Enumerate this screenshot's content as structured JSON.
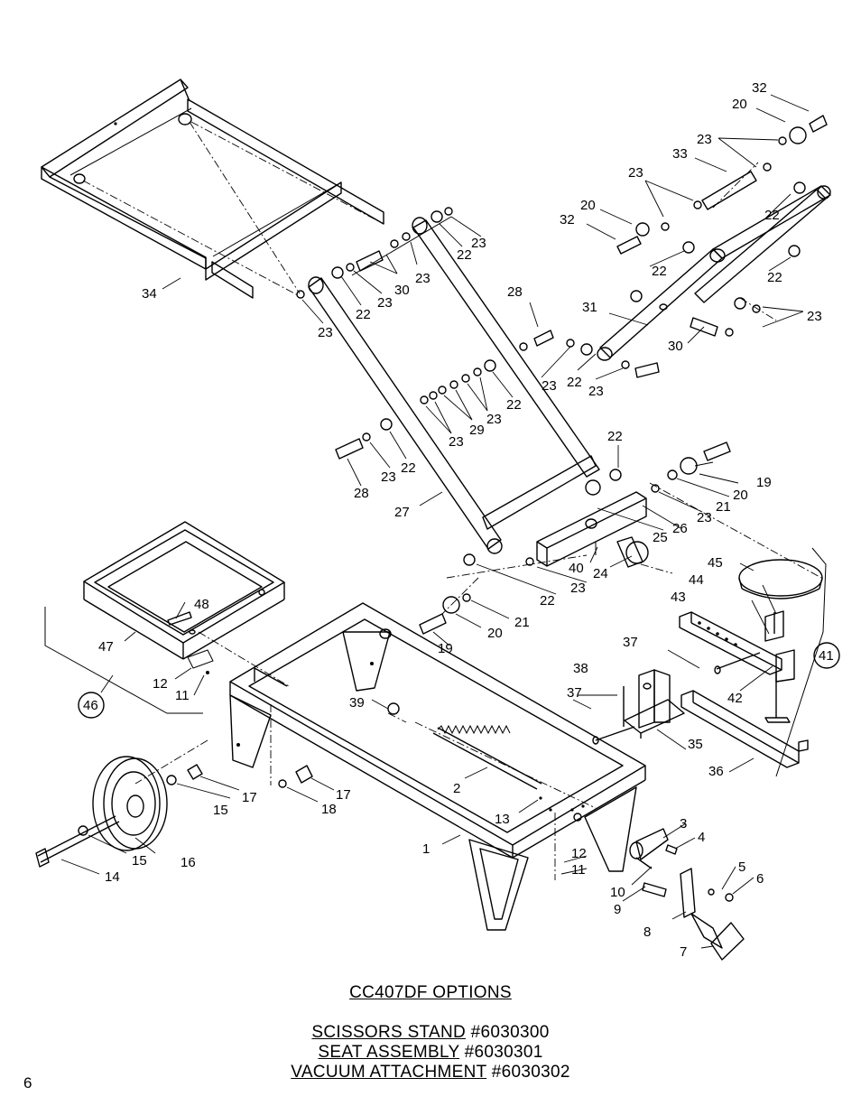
{
  "labels": {
    "l1": "1",
    "l2": "2",
    "l3": "3",
    "l4": "4",
    "l5": "5",
    "l6": "6",
    "l7": "7",
    "l8": "8",
    "l9": "9",
    "l10": "10",
    "l11a": "11",
    "l11b": "11",
    "l12a": "12",
    "l12b": "12",
    "l13": "13",
    "l14": "14",
    "l15a": "15",
    "l15b": "15",
    "l16": "16",
    "l17a": "17",
    "l17b": "17",
    "l18": "18",
    "l19a": "19",
    "l19b": "19",
    "l20a": "20",
    "l20b": "20",
    "l20c": "20",
    "l20d": "20",
    "l21a": "21",
    "l21b": "21",
    "l22a": "22",
    "l22b": "22",
    "l22c": "22",
    "l22d": "22",
    "l22e": "22",
    "l22f": "22",
    "l22g": "22",
    "l22h": "22",
    "l22i": "22",
    "l22j": "22",
    "l23a": "23",
    "l23b": "23",
    "l23c": "23",
    "l23d": "23",
    "l23e": "23",
    "l23f": "23",
    "l23g": "23",
    "l23h": "23",
    "l23i": "23",
    "l23j": "23",
    "l23k": "23",
    "l23l": "23",
    "l23m": "23",
    "l23n": "23",
    "l24": "24",
    "l25": "25",
    "l26": "26",
    "l27": "27",
    "l28a": "28",
    "l28b": "28",
    "l29": "29",
    "l30a": "30",
    "l30b": "30",
    "l31": "31",
    "l32a": "32",
    "l32b": "32",
    "l33": "33",
    "l34": "34",
    "l35": "35",
    "l36": "36",
    "l37a": "37",
    "l37b": "37",
    "l38": "38",
    "l39": "39",
    "l40": "40",
    "l41": "41",
    "l42": "42",
    "l43": "43",
    "l44": "44",
    "l45": "45",
    "l46": "46",
    "l47": "47",
    "l48": "48"
  },
  "footer": {
    "title": "CC407DF  OPTIONS",
    "line1_name": "SCISSORS  STAND",
    "line1_num": "#6030300",
    "line2_name": "SEAT  ASSEMBLY",
    "line2_num": "#6030301",
    "line3_name": "VACUUM  ATTACHMENT",
    "line3_num": "#6030302"
  },
  "page_number": "6"
}
